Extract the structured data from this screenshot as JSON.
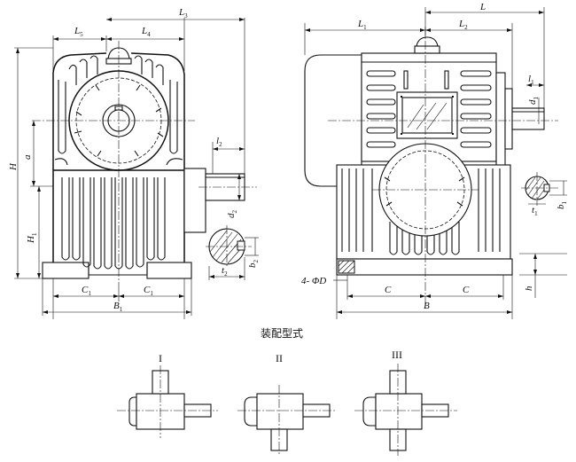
{
  "dims": {
    "L5": "L",
    "L5s": "5",
    "L4": "L",
    "L4s": "4",
    "L3": "L",
    "L3s": "3",
    "H": "H",
    "a": "a",
    "H1": "H",
    "H1s": "1",
    "l2": "l",
    "l2s": "2",
    "d2": "d",
    "d2s": "2",
    "t2": "t",
    "t2s": "2",
    "b2": "b",
    "b2s": "2",
    "C1a": "C",
    "C1as": "1",
    "C1b": "C",
    "C1bs": "1",
    "B1": "B",
    "B1s": "1",
    "L1": "L",
    "L1s": "1",
    "L2": "L",
    "L2s": "2",
    "L": "L",
    "l1": "l",
    "l1s": "1",
    "d1": "d",
    "d1s": "1",
    "t1": "t",
    "t1s": "1",
    "b1": "b",
    "b1s": "1",
    "holes": "4- ΦD",
    "Ca": "C",
    "Cb": "C",
    "B": "B"
  },
  "assembly": {
    "title": "装配型式",
    "forms": [
      "I",
      "II",
      "III"
    ]
  }
}
